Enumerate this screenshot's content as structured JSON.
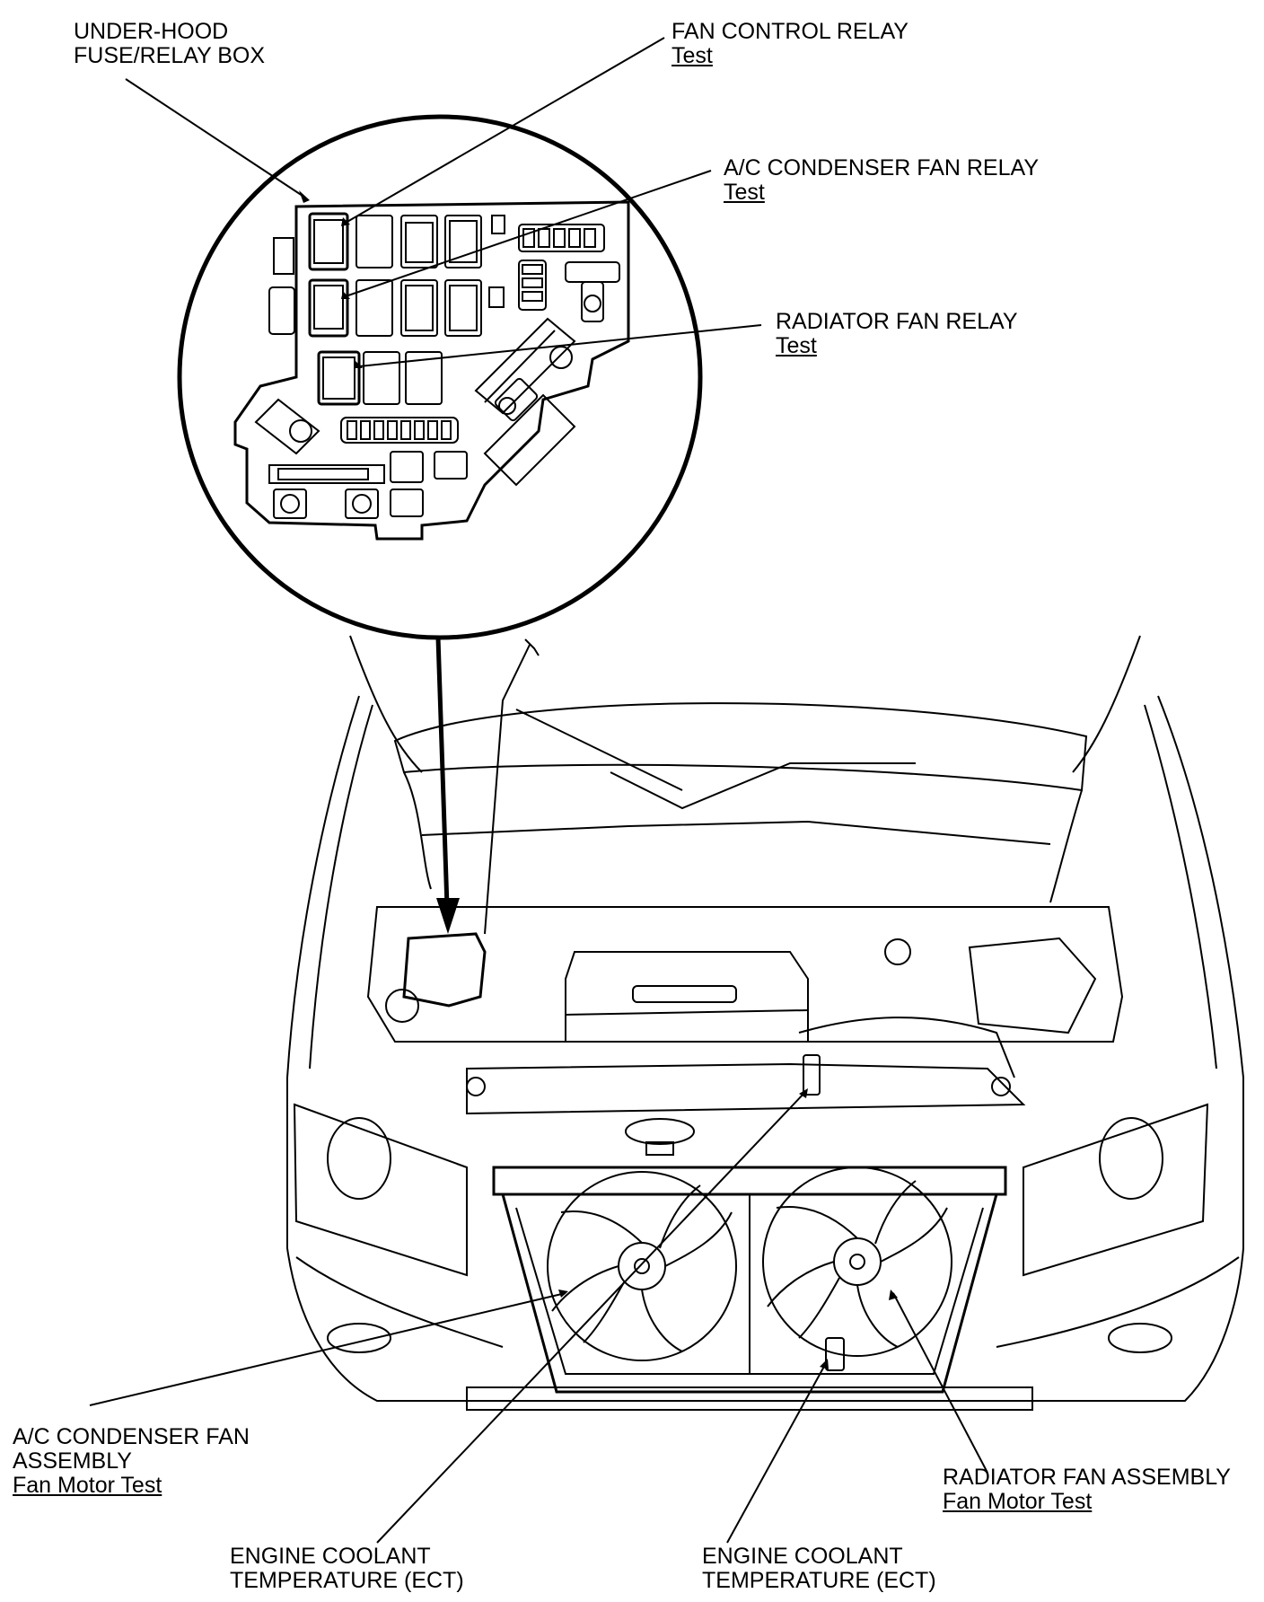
{
  "labels": {
    "fuse_box": {
      "lines": [
        "UNDER-HOOD",
        "FUSE/RELAY BOX"
      ]
    },
    "fan_control_relay": {
      "lines": [
        "FAN CONTROL RELAY"
      ],
      "link": "Test"
    },
    "ac_condenser_fan_relay": {
      "lines": [
        "A/C CONDENSER FAN RELAY"
      ],
      "link": "Test"
    },
    "radiator_fan_relay": {
      "lines": [
        "RADIATOR FAN RELAY"
      ],
      "link": "Test"
    },
    "ac_condenser_fan_assembly": {
      "lines": [
        "A/C CONDENSER FAN",
        "ASSEMBLY"
      ],
      "link": "Fan Motor Test"
    },
    "radiator_fan_assembly": {
      "lines": [
        "RADIATOR FAN ASSEMBLY"
      ],
      "link": "Fan Motor Test"
    },
    "ect_sensor_1": {
      "lines": [
        "ENGINE COOLANT",
        "TEMPERATURE (ECT)"
      ]
    },
    "ect_sensor_2": {
      "lines": [
        "ENGINE COOLANT",
        "TEMPERATURE (ECT)"
      ]
    }
  }
}
